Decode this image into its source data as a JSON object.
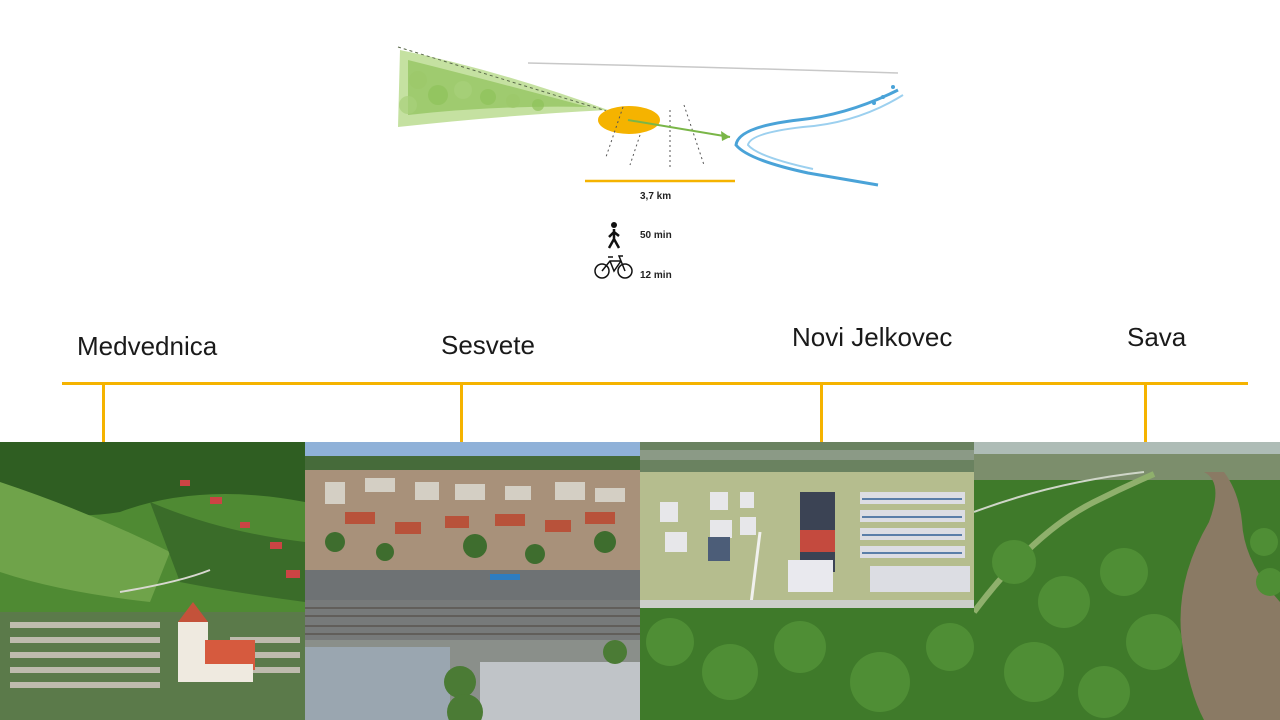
{
  "sketch": {
    "distance_label": "3,7 km",
    "walk_label": "50 min",
    "bike_label": "12 min",
    "walk_icon": "pedestrian-icon",
    "bike_icon": "bicycle-icon"
  },
  "places": [
    {
      "name": "Medvednica"
    },
    {
      "name": "Sesvete"
    },
    {
      "name": "Novi Jelkovec"
    },
    {
      "name": "Sava"
    }
  ],
  "colors": {
    "accent": "#F5B300",
    "forest": "#3f7a2a",
    "river": "#8a7a64",
    "sketch_green": "#8fc25a",
    "sketch_blue": "#4aa3d8"
  },
  "photos": [
    {
      "subject": "Medvednica aerial view with church and cemetery"
    },
    {
      "subject": "Sesvete aerial view with railway and town"
    },
    {
      "subject": "Novi Jelkovec aerial view with housing blocks"
    },
    {
      "subject": "Sava river aerial view with forest"
    }
  ]
}
